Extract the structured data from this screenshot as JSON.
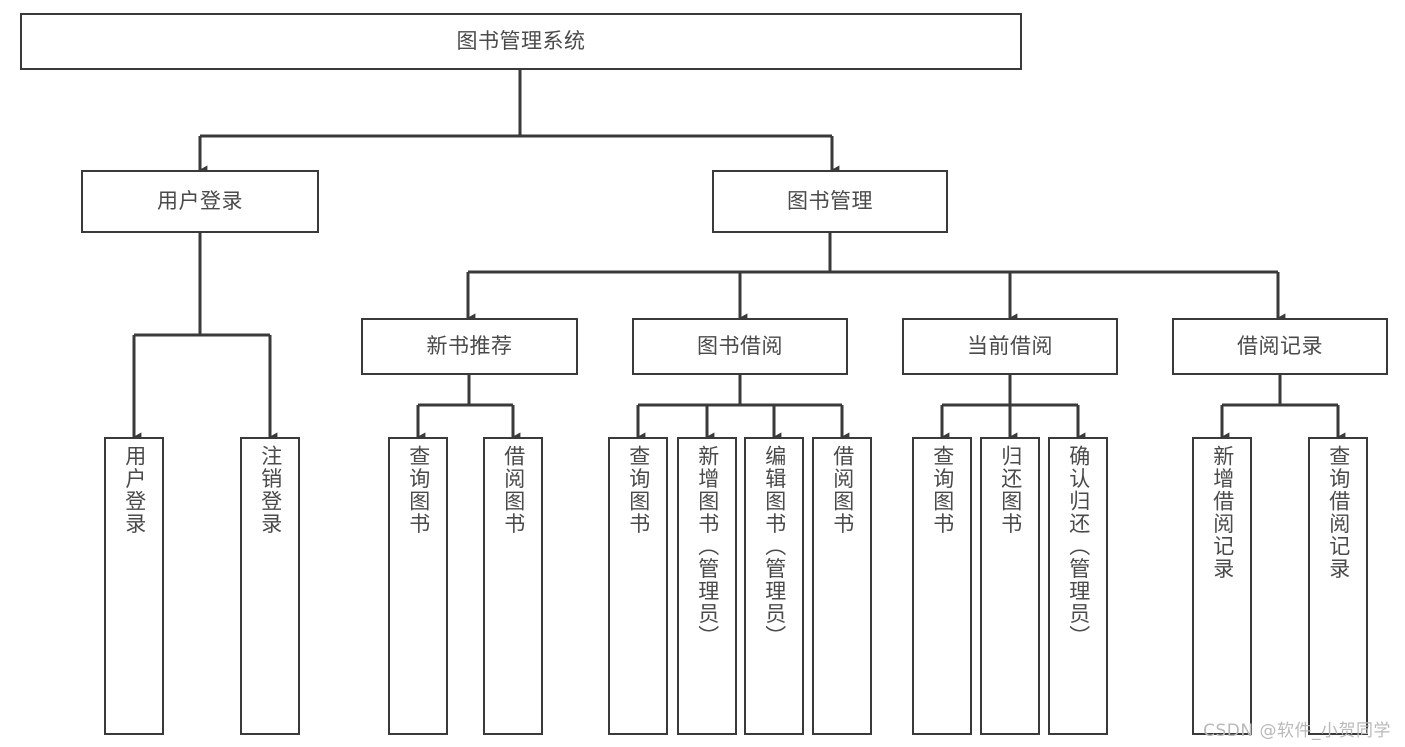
{
  "diagram": {
    "type": "hierarchy-tree",
    "title": "图书管理系统",
    "colors": {
      "box_stroke": "#3a3a3a",
      "box_fill": "#ffffff",
      "connector": "#3a3a3a",
      "text": "#4a4a4a",
      "watermark": "#b9b9b9",
      "background": "#ffffff"
    },
    "levels": {
      "level0": [
        {
          "id": "root",
          "label": "图书管理系统",
          "orientation": "horizontal"
        }
      ],
      "level1": [
        {
          "id": "user-login",
          "label": "用户登录",
          "orientation": "horizontal"
        },
        {
          "id": "book-manage",
          "label": "图书管理",
          "orientation": "horizontal"
        }
      ],
      "level2": [
        {
          "id": "new-book-recommend",
          "label": "新书推荐",
          "orientation": "horizontal"
        },
        {
          "id": "book-borrow",
          "label": "图书借阅",
          "orientation": "horizontal"
        },
        {
          "id": "current-borrow",
          "label": "当前借阅",
          "orientation": "horizontal"
        },
        {
          "id": "borrow-record",
          "label": "借阅记录",
          "orientation": "horizontal"
        }
      ],
      "level3": [
        {
          "id": "leaf-user-login",
          "label": "用户登录",
          "parent": "user-login",
          "orientation": "vertical"
        },
        {
          "id": "leaf-logout-login",
          "label": "注销登录",
          "parent": "user-login",
          "orientation": "vertical"
        },
        {
          "id": "leaf-query-book-1",
          "label": "查询图书",
          "parent": "new-book-recommend",
          "orientation": "vertical"
        },
        {
          "id": "leaf-borrow-book-1",
          "label": "借阅图书",
          "parent": "new-book-recommend",
          "orientation": "vertical"
        },
        {
          "id": "leaf-query-book-2",
          "label": "查询图书",
          "parent": "book-borrow",
          "orientation": "vertical"
        },
        {
          "id": "leaf-add-book",
          "label": "新增图书（管理员）",
          "parent": "book-borrow",
          "orientation": "vertical"
        },
        {
          "id": "leaf-edit-book",
          "label": "编辑图书（管理员）",
          "parent": "book-borrow",
          "orientation": "vertical"
        },
        {
          "id": "leaf-borrow-book-2",
          "label": "借阅图书",
          "parent": "book-borrow",
          "orientation": "vertical"
        },
        {
          "id": "leaf-query-book-3",
          "label": "查询图书",
          "parent": "current-borrow",
          "orientation": "vertical"
        },
        {
          "id": "leaf-return-book",
          "label": "归还图书",
          "parent": "current-borrow",
          "orientation": "vertical"
        },
        {
          "id": "leaf-confirm-return",
          "label": "确认归还（管理员）",
          "parent": "current-borrow",
          "orientation": "vertical"
        },
        {
          "id": "leaf-add-record",
          "label": "新增借阅记录",
          "parent": "borrow-record",
          "orientation": "vertical"
        },
        {
          "id": "leaf-query-record",
          "label": "查询借阅记录",
          "parent": "borrow-record",
          "orientation": "vertical"
        }
      ]
    }
  },
  "watermark": {
    "text": "CSDN @软件_小贺同学"
  }
}
